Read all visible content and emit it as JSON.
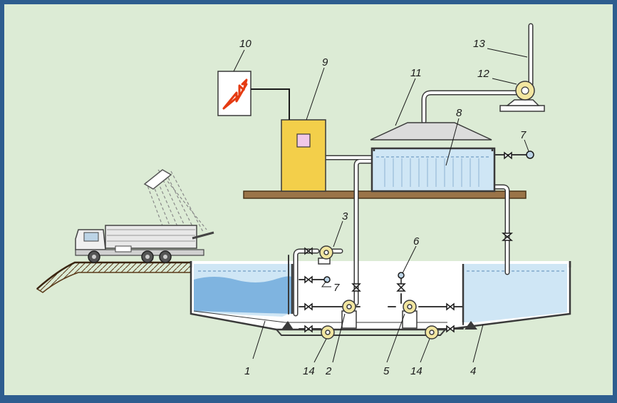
{
  "diagram": {
    "labels": {
      "l1": "1",
      "l2": "2",
      "l3": "3",
      "l4": "4",
      "l5": "5",
      "l6": "6",
      "l7a": "7",
      "l7b": "7",
      "l8": "8",
      "l9": "9",
      "l10": "10",
      "l11": "11",
      "l12": "12",
      "l13": "13",
      "l14a": "14",
      "l14b": "14"
    }
  },
  "colors": {
    "background": "#dcebd5",
    "frame": "#2e5d8f",
    "cabinet": "#f3cf4a",
    "water_light": "#cfe6f5",
    "water_dark": "#7fb4e0",
    "shelf": "#9a7448",
    "pipe": "#ffffff",
    "pump": "#f2e6a0",
    "lightning": "#e53b12"
  }
}
